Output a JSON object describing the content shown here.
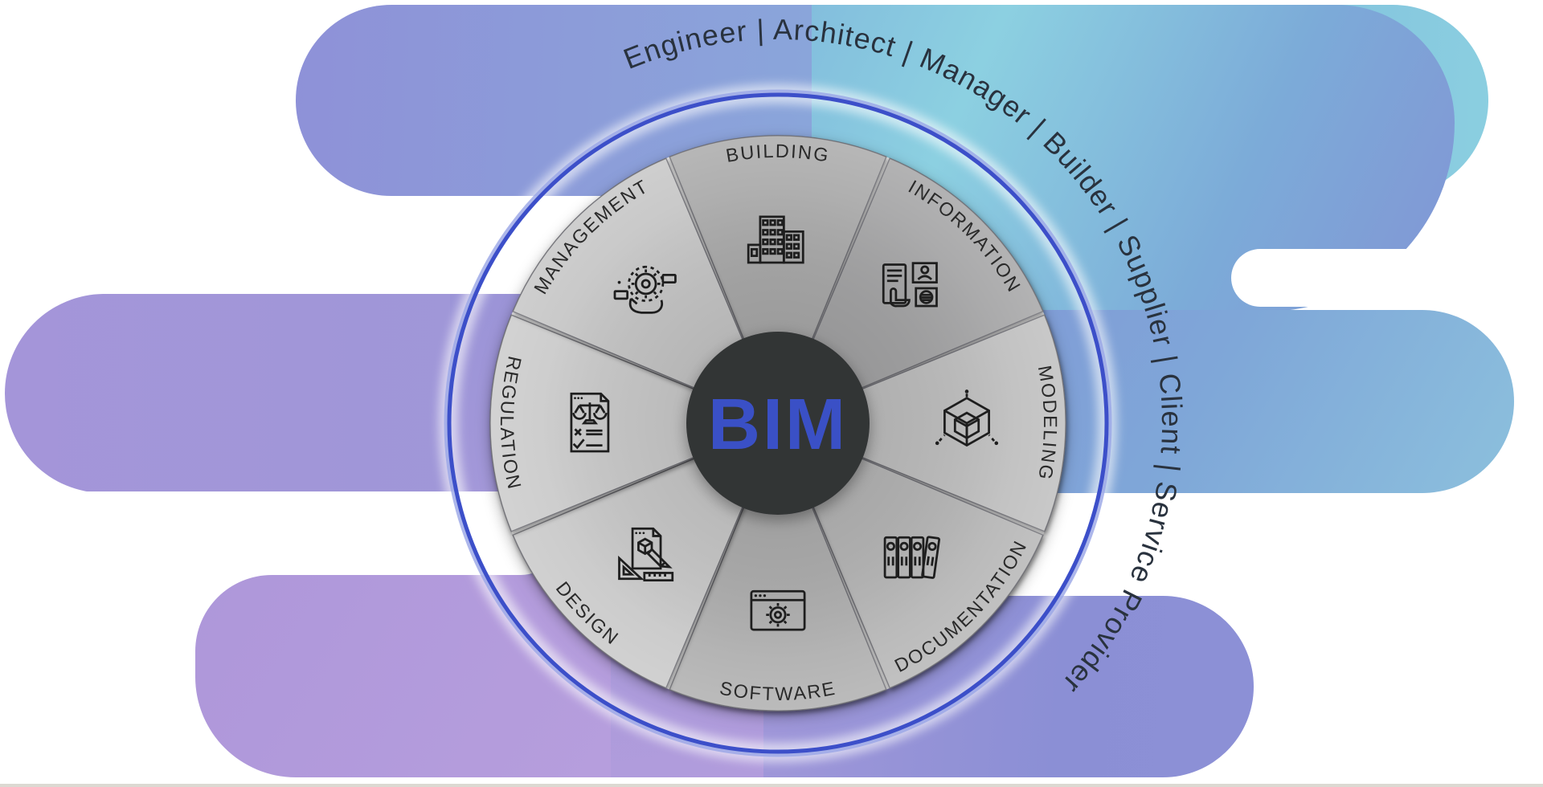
{
  "diagram": {
    "center_label": "BIM",
    "title_arc": "Engineer | Architect | Manager | Builder | Supplier | Client | Service Provider",
    "segments": [
      {
        "label": "BUILDING",
        "icon": "building-icon",
        "angle": -90,
        "color": "#a9a9a9"
      },
      {
        "label": "INFORMATION",
        "icon": "information-icon",
        "angle": -45,
        "color": "#a4a4a5"
      },
      {
        "label": "MODELING",
        "icon": "modeling-icon",
        "angle": 0,
        "color": "#bebebe"
      },
      {
        "label": "DOCUMENTATION",
        "icon": "documentation-icon",
        "angle": 45,
        "color": "#b5b5b5"
      },
      {
        "label": "SOFTWARE",
        "icon": "software-icon",
        "angle": 90,
        "color": "#aeaeae"
      },
      {
        "label": "DESIGN",
        "icon": "design-icon",
        "angle": 135,
        "color": "#c8c8c8"
      },
      {
        "label": "REGULATION",
        "icon": "regulation-icon",
        "angle": 180,
        "color": "#cacaca"
      },
      {
        "label": "MANAGEMENT",
        "icon": "management-icon",
        "angle": -135,
        "color": "#c5c5c5"
      }
    ],
    "colors": {
      "ring_blue": "#3c4fc9",
      "ring_halo": "#98a5e6",
      "bim_blue": "#3a50c6",
      "center_bg": "#333436",
      "label_color": "#2a2a2a",
      "title_color": "#29323e",
      "icon_stroke": "#1e1e1e",
      "pie_backing": "#dcdcdc",
      "purple_left": "#a495d9",
      "cyan_right": "#8cd0e1"
    }
  }
}
